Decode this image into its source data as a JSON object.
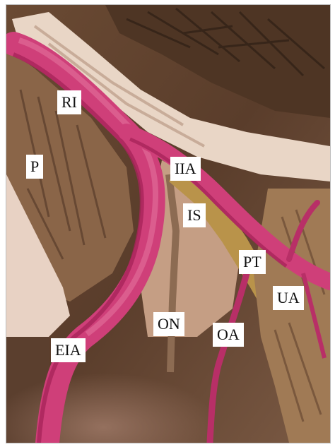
{
  "figure": {
    "labels": {
      "ri": "RI",
      "p": "P",
      "iia": "IIA",
      "is": "IS",
      "pt": "PT",
      "ua": "UA",
      "on": "ON",
      "oa": "OA",
      "eia": "EIA"
    },
    "colors": {
      "vessel_magenta": "#cf3f79",
      "vessel_dark": "#a8245a",
      "tissue_brown": "#6a4a33",
      "tissue_light": "#c59e84",
      "ligament_cream": "#e9d6c6",
      "nerve_gold": "#b9934a",
      "label_bg": "#ffffff"
    }
  }
}
